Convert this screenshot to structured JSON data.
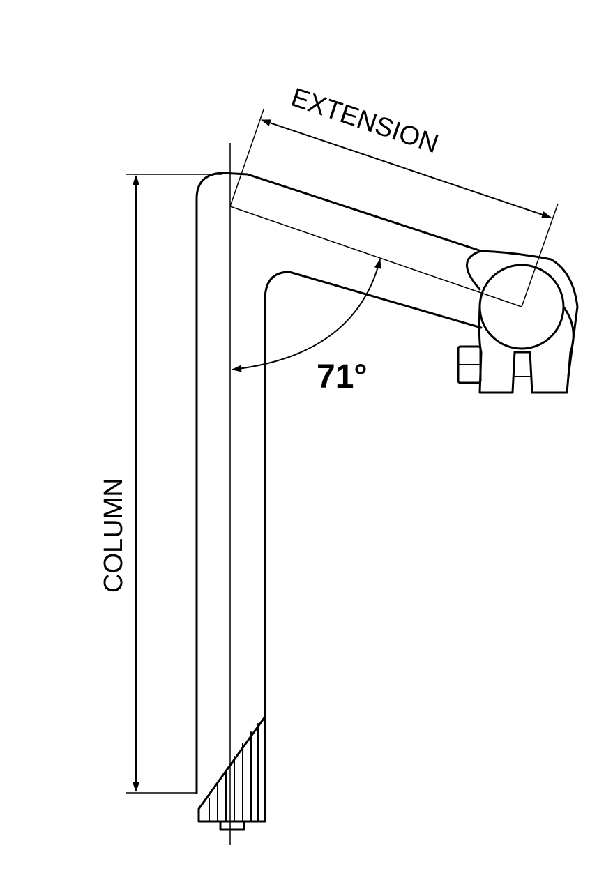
{
  "diagram": {
    "labels": {
      "extension": "EXTENSION",
      "column": "COLUMN",
      "angle": "71°"
    },
    "colors": {
      "stroke": "#000000",
      "background": "#ffffff"
    }
  }
}
